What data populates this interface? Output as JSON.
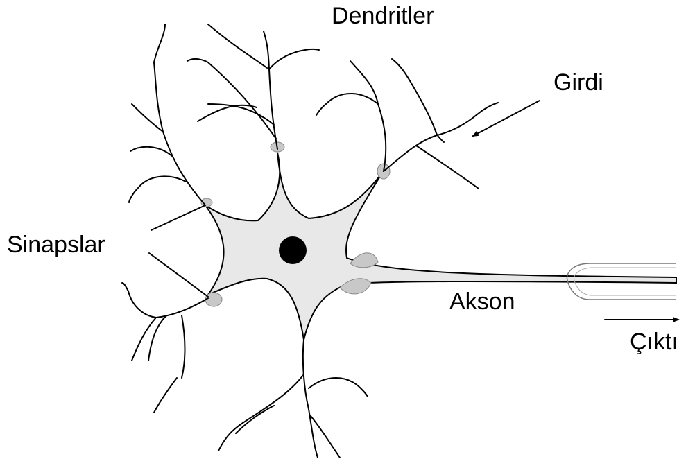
{
  "labels": {
    "dendrites": "Dendritler",
    "input": "Girdi",
    "synapses": "Sinapslar",
    "axon": "Akson",
    "output": "Çıktı"
  },
  "colors": {
    "line": "#000000",
    "soma_fill": "#e8e8e8",
    "synapse_fill": "#c8c8c8",
    "nucleus": "#000000",
    "background": "#ffffff"
  }
}
